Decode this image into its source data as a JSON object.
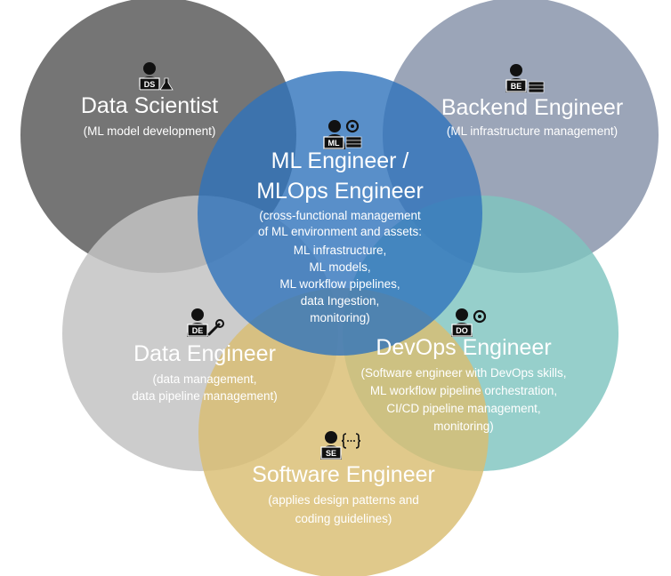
{
  "roles": {
    "data_scientist": {
      "title": "Data Scientist",
      "desc": "(ML model development)",
      "badge": "DS",
      "icon": "person-flask-icon",
      "color": "#6b6b6b"
    },
    "backend_engineer": {
      "title": "Backend Engineer",
      "desc": "(ML infrastructure management)",
      "badge": "BE",
      "icon": "person-server-icon",
      "color": "#8a95ab"
    },
    "ml_engineer": {
      "title_line1": "ML Engineer /",
      "title_line2": "MLOps Engineer",
      "desc_lines": [
        "(cross-functional management",
        "of ML environment and assets:",
        "ML infrastructure,",
        "ML models,",
        "ML workflow pipelines,",
        "data Ingestion,",
        "monitoring)"
      ],
      "badge": "ML",
      "icon": "person-gear-server-icon",
      "color": "#3b7cc0"
    },
    "data_engineer": {
      "title": "Data Engineer",
      "desc_lines": [
        "(data management,",
        "data pipeline management)"
      ],
      "badge": "DE",
      "icon": "person-wrench-icon",
      "color": "#c3c3c3"
    },
    "devops_engineer": {
      "title": "DevOps Engineer",
      "desc_lines": [
        "(Software engineer with DevOps skills,",
        "ML workflow pipeline orchestration,",
        "CI/CD pipeline management,",
        "monitoring)"
      ],
      "badge": "DO",
      "icon": "person-gear-icon",
      "color": "#7fc4c0"
    },
    "software_engineer": {
      "title": "Software Engineer",
      "desc_lines": [
        "(applies design patterns and",
        "coding guidelines)"
      ],
      "badge": "SE",
      "icon": "person-code-icon",
      "color": "#d9bd72"
    }
  }
}
